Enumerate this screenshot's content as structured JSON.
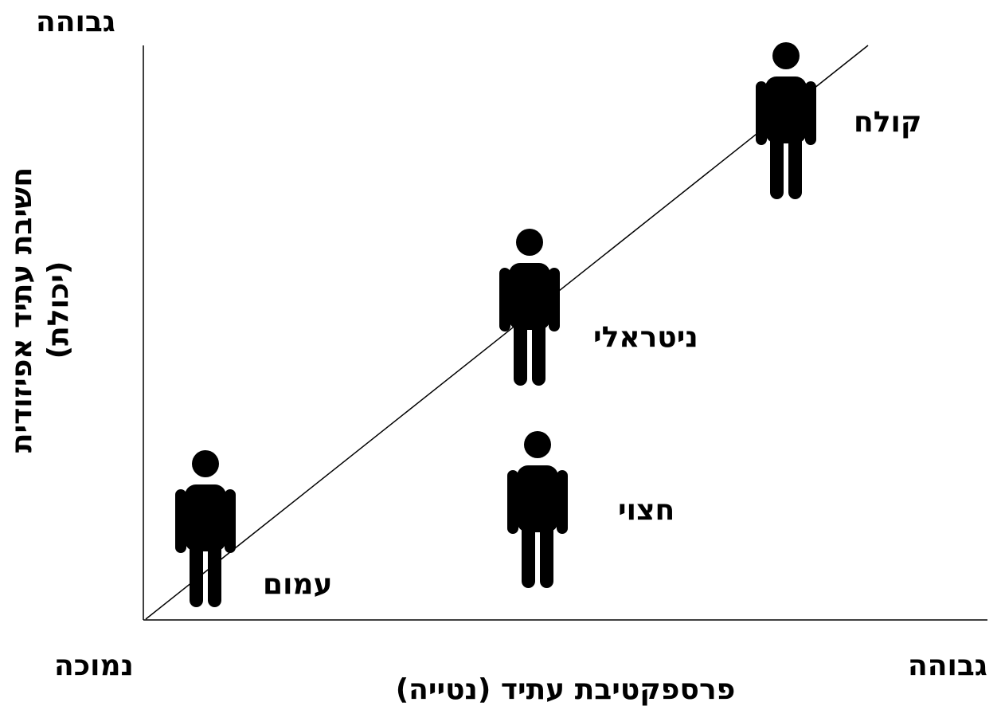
{
  "axes": {
    "y_high_label": "גבוהה",
    "x_low_label": "נמוכה",
    "x_high_label": "גבוהה",
    "x_title": "פרספקטיבת עתיד (נטייה)",
    "y_title_line1": "חשיבת עתיד אפיזודית",
    "y_title_line2": "(יכולת)"
  },
  "figures": [
    {
      "label": "עמום",
      "icon": "person-icon"
    },
    {
      "label": "חצוי",
      "icon": "person-icon"
    },
    {
      "label": "ניטראלי",
      "icon": "person-icon"
    },
    {
      "label": "קולח",
      "icon": "person-icon"
    }
  ],
  "colors": {
    "figure": "#000000",
    "axis": "#000000",
    "background": "#ffffff"
  }
}
